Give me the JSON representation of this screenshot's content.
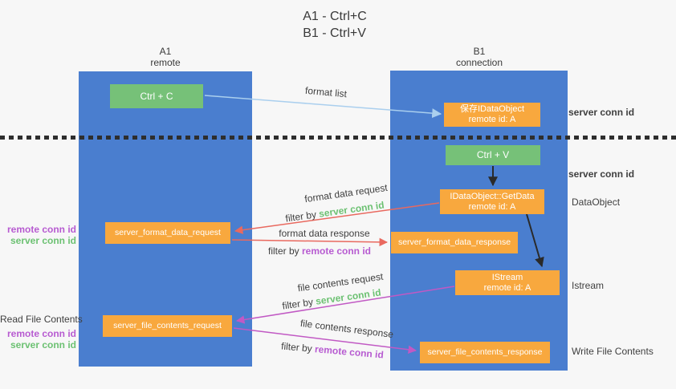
{
  "title": {
    "line1": "A1 - Ctrl+C",
    "line2": "B1 - Ctrl+V"
  },
  "lanes": {
    "left": {
      "name": "A1",
      "role": "remote"
    },
    "right": {
      "name": "B1",
      "role": "connection"
    }
  },
  "nodes": {
    "ctrl_c": {
      "label": "Ctrl + C"
    },
    "save_idataobject": {
      "line1": "保存IDataObject",
      "line2": "remote id: A"
    },
    "ctrl_v": {
      "label": "Ctrl + V"
    },
    "getdata": {
      "line1": "IDataObject::GetData",
      "line2": "remote id: A"
    },
    "format_request": {
      "label": "server_format_data_request"
    },
    "format_response": {
      "label": "server_format_data_response"
    },
    "istream": {
      "line1": "IStream",
      "line2": "remote id: A"
    },
    "file_request": {
      "label": "server_file_contents_request"
    },
    "file_response": {
      "label": "server_file_contents_response"
    }
  },
  "edge_labels": {
    "format_list": "format list",
    "format_data_request": "format data request",
    "format_data_response": "format data response",
    "file_contents_request": "file contents request",
    "file_contents_response": "file contents response",
    "filter_by": "filter by ",
    "server_conn_id": "server conn id",
    "remote_conn_id": "remote conn id"
  },
  "side_labels": {
    "server_conn_id_top": "server conn id",
    "server_conn_id_mid": "server conn id",
    "dataobject": "DataObject",
    "istream": "Istream",
    "write_file_contents": "Write File Contents",
    "read_file_contents": "Read File Contents",
    "remote_conn_id_format": "remote conn id",
    "server_conn_id_format": "server conn id",
    "remote_conn_id_file": "remote conn id",
    "server_conn_id_file": "server conn id"
  },
  "colors": {
    "background": "#f7f7f7",
    "lane_blue": "#4a7ecf",
    "node_green": "#76c178",
    "node_orange": "#f8a83e",
    "arrow_light_blue": "#aacfee",
    "arrow_red": "#e9695f",
    "arrow_magenta": "#c159c4",
    "arrow_black": "#2a2a2a",
    "text_green": "#6cc172",
    "text_purple": "#b75bd1",
    "text_dark": "#3f3f3f",
    "divider_black": "#2e2e2e"
  }
}
